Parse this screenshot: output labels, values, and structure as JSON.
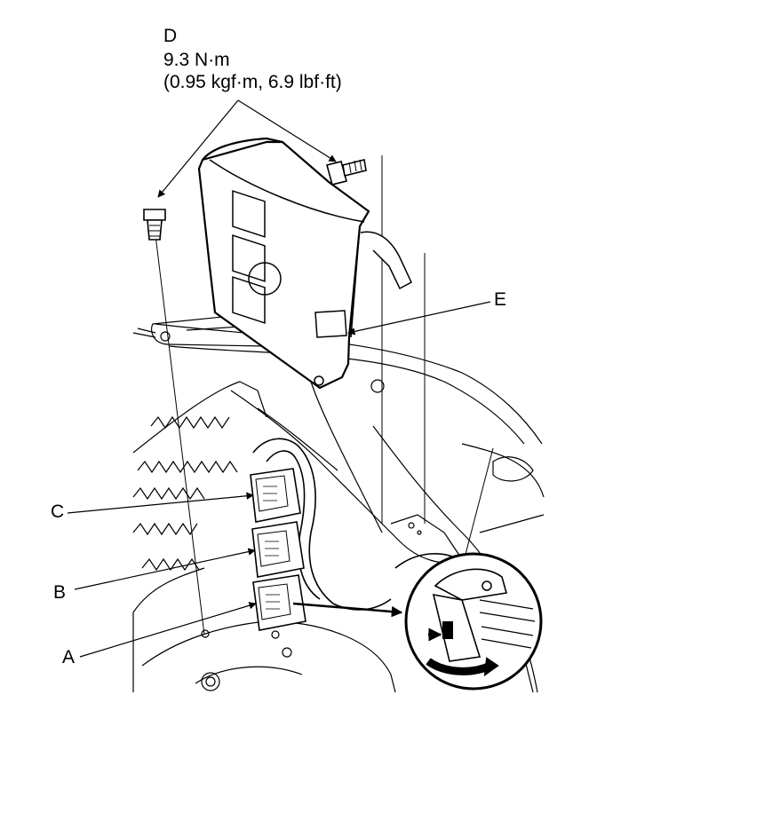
{
  "callouts": {
    "D": {
      "letter": "D",
      "torque_nm": "9.3 N·m",
      "torque_alt": "(0.95 kgf·m, 6.9 lbf·ft)"
    },
    "E": {
      "letter": "E"
    },
    "C": {
      "letter": "C"
    },
    "B": {
      "letter": "B"
    },
    "A": {
      "letter": "A"
    }
  }
}
